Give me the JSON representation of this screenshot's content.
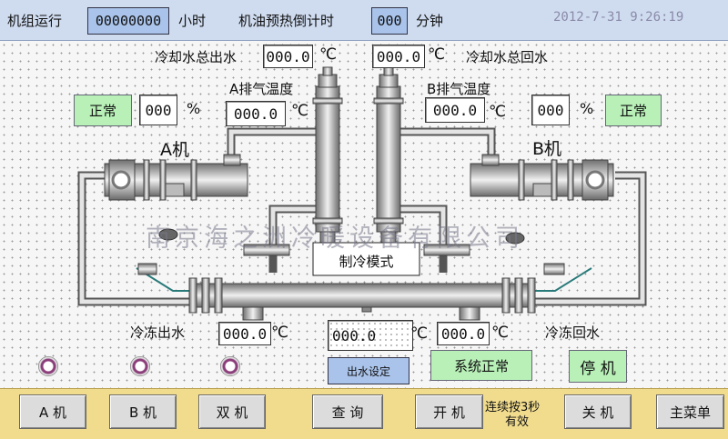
{
  "header": {
    "run_label": "机组运行",
    "run_hours": "00000000",
    "hours_unit": "小时",
    "preheat_label": "机油预热倒计时",
    "preheat_value": "000",
    "preheat_unit": "分钟",
    "datetime": "2012-7-31 9:26:19"
  },
  "cooling_water": {
    "total_out_label": "冷却水总出水",
    "total_out_value": "000.0",
    "total_return_label": "冷却水总回水",
    "total_return_value": "000.0",
    "unit": "℃"
  },
  "machine_a": {
    "name": "A机",
    "status": "正常",
    "percent_value": "000",
    "percent_unit": "%",
    "exhaust_label": "A排气温度",
    "exhaust_value": "000.0"
  },
  "machine_b": {
    "name": "B机",
    "status": "正常",
    "percent_value": "000",
    "percent_unit": "%",
    "exhaust_label": "B排气温度",
    "exhaust_value": "000.0"
  },
  "mode_label": "制冷模式",
  "watermark": "南京海之洲冷暖设备有限公司",
  "chilled_water": {
    "out_label": "冷冻出水",
    "out_value": "000.0",
    "setpoint_value": "000.0",
    "setpoint_label": "出水设定",
    "return_label": "冷冻回水",
    "return_value": "000.0",
    "unit": "℃"
  },
  "system_status": "系统正常",
  "stop_button": "停 机",
  "bottom_bar": {
    "btn_a": "A 机",
    "btn_b": "B 机",
    "btn_dual": "双 机",
    "btn_query": "查 询",
    "btn_start": "开 机",
    "hint_line1": "连续按3秒",
    "hint_line2": "有效",
    "btn_stop": "关 机",
    "btn_menu": "主菜单"
  },
  "colors": {
    "top_bar": "#cfdcf0",
    "bottom_bar": "#f1dc8e",
    "status_green": "#b8f0b8",
    "value_blue": "#a9c3ea"
  }
}
